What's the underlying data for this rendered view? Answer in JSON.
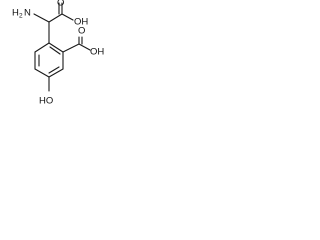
{
  "molecule": {
    "labels": {
      "amine": "H",
      "amine_n": "N",
      "amine_sub": "2",
      "acid_top": "OH",
      "acid_right": "OH",
      "phenol": "HO",
      "o_top": "O",
      "o_right": "O"
    }
  }
}
